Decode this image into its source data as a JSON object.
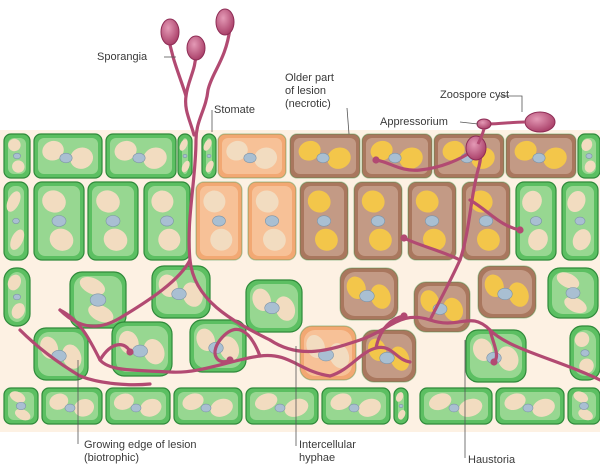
{
  "labels": {
    "sporangia": "Sporangia",
    "stomate": "Stomate",
    "older_part_line1": "Older part",
    "older_part_line2": "of lesion",
    "older_part_line3": "(necrotic)",
    "zoospore_cyst": "Zoospore cyst",
    "appressorium": "Appressorium",
    "growing_edge_line1": "Growing edge of lesion",
    "growing_edge_line2": "(biotrophic)",
    "intercellular_line1": "Intercellular",
    "intercellular_line2": "hyphae",
    "haustoria": "Haustoria"
  },
  "colors": {
    "healthy_fill": "#5cbf62",
    "healthy_inner": "#c9ebb8",
    "healthy_border": "#2f8a3a",
    "early_infected_fill": "#f2a873",
    "early_infected_inner": "#fbd5b5",
    "necrotic_fill": "#a9775e",
    "necrotic_inner": "#d8b8a6",
    "chloroplast_healthy": "#f2dcc0",
    "chloroplast_necrotic": "#f3c64a",
    "nucleus": "#a9bfd2",
    "hyphae": "#b24a72",
    "hyphae_light": "#d882a2",
    "intercellular_space": "#fdf1e3"
  }
}
